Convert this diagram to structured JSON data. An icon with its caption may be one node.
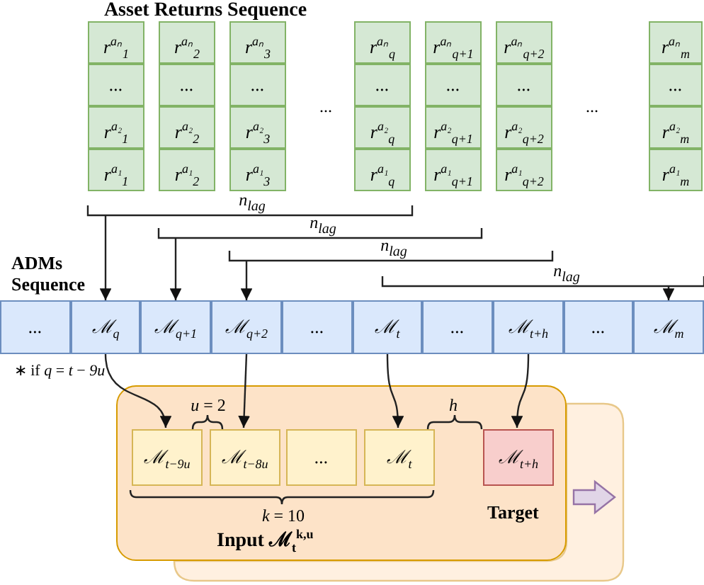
{
  "diagram": {
    "nodes": [
      {
        "text": [
          "r$^{aₙ}$$_{1}$"
        ]
      },
      {
        "text": [
          "..."
        ]
      },
      {
        "text": [
          "r$^{a₂}$$_{1}$"
        ]
      },
      {
        "text": [
          "r$^{a₁}$$_{1}$"
        ]
      },
      {
        "text": [
          "r$^{aₙ}$$_{2}$"
        ]
      },
      {
        "text": [
          "..."
        ]
      },
      {
        "text": [
          "r$^{a₂}$$_{2}$"
        ]
      },
      {
        "text": [
          "r$^{a₁}$$_{2}$"
        ]
      },
      {
        "text": [
          "r$^{aₙ}$$_{3}$"
        ]
      },
      {
        "text": [
          "..."
        ]
      },
      {
        "text": [
          "r$^{a₂}$$_{3}$"
        ]
      },
      {
        "text": [
          "r$^{a₁}$$_{3}$"
        ]
      },
      {
        "text": [
          "r$^{aₙ}$$_{q}$"
        ]
      },
      {
        "text": [
          "..."
        ]
      },
      {
        "text": [
          "r$^{a₂}$$_{q}$"
        ]
      },
      {
        "text": [
          "r$^{a₁}$$_{q}$"
        ]
      },
      {
        "text": [
          "r$^{aₙ}$$_{q+1}$"
        ]
      },
      {
        "text": [
          "..."
        ]
      },
      {
        "text": [
          "r$^{a₂}$$_{q+1}$"
        ]
      },
      {
        "text": [
          "r$^{a₁}$$_{q+1}$"
        ]
      },
      {
        "text": [
          "r$^{aₙ}$$_{q+2}$"
        ]
      },
      {
        "text": [
          "..."
        ]
      },
      {
        "text": [
          "r$^{a₂}$$_{q+2}$"
        ]
      },
      {
        "text": [
          "r$^{a₁}$$_{q+2}$"
        ]
      },
      {
        "text": [
          "r$^{aₙ}$$_{m}$"
        ]
      },
      {
        "text": [
          "..."
        ]
      },
      {
        "text": [
          "r$^{a₂}$$_{m}$"
        ]
      },
      {
        "text": [
          "r$^{a₁}$$_{m}$"
        ]
      },
      {
        "text": [
          "..."
        ]
      },
      {
        "text": [
          "ℳ$_{q}$"
        ]
      },
      {
        "text": [
          "ℳ$_{q+1}$"
        ]
      },
      {
        "text": [
          "ℳ$_{q+2}$"
        ]
      },
      {
        "text": [
          "..."
        ]
      },
      {
        "text": [
          "ℳ$_{t}$"
        ]
      },
      {
        "text": [
          "..."
        ]
      },
      {
        "text": [
          "ℳ$_{t+h}$"
        ]
      },
      {
        "text": [
          "..."
        ]
      },
      {
        "text": [
          "ℳ$_{m}$"
        ]
      },
      {
        "text": [
          "Input ℳ$_{t}$$^{k,u}$"
        ]
      },
      {
        "text": [
          "ℳ$_{t−9u}$"
        ],
        "in": 38
      },
      {
        "text": [
          "ℳ$_{t−8u}$"
        ],
        "in": 38
      },
      {
        "text": [
          "..."
        ],
        "in": 38
      },
      {
        "text": [
          "ℳ$_{t}$"
        ],
        "in": 38
      },
      {
        "text": [
          "ℳ$_{t+h}$"
        ],
        "in": 38,
        "beside": [
          "Target"
        ]
      }
    ],
    "edges": [
      {
        "from": null,
        "to": 29,
        "arrow": "to"
      },
      {
        "from": null,
        "to": 30,
        "arrow": "to"
      },
      {
        "from": null,
        "to": 31,
        "arrow": "to"
      },
      {
        "from": null,
        "to": 37,
        "arrow": "to"
      },
      {
        "from": 29,
        "to": 39,
        "arrow": "to"
      },
      {
        "from": 31,
        "to": 40,
        "arrow": "to"
      },
      {
        "from": 33,
        "to": 42,
        "arrow": "to"
      },
      {
        "from": 35,
        "to": 43,
        "arrow": "to"
      }
    ],
    "labels": [
      "Asset Returns Sequence",
      "...",
      "...",
      "n$_{lag}$",
      "n$_{lag}$",
      "n$_{lag}$",
      "n$_{lag}$",
      "ADMs Sequence",
      "∗ if *q* = *t* − *9u*",
      "*u* = 2",
      "*h*",
      "*k* = 10"
    ]
  }
}
